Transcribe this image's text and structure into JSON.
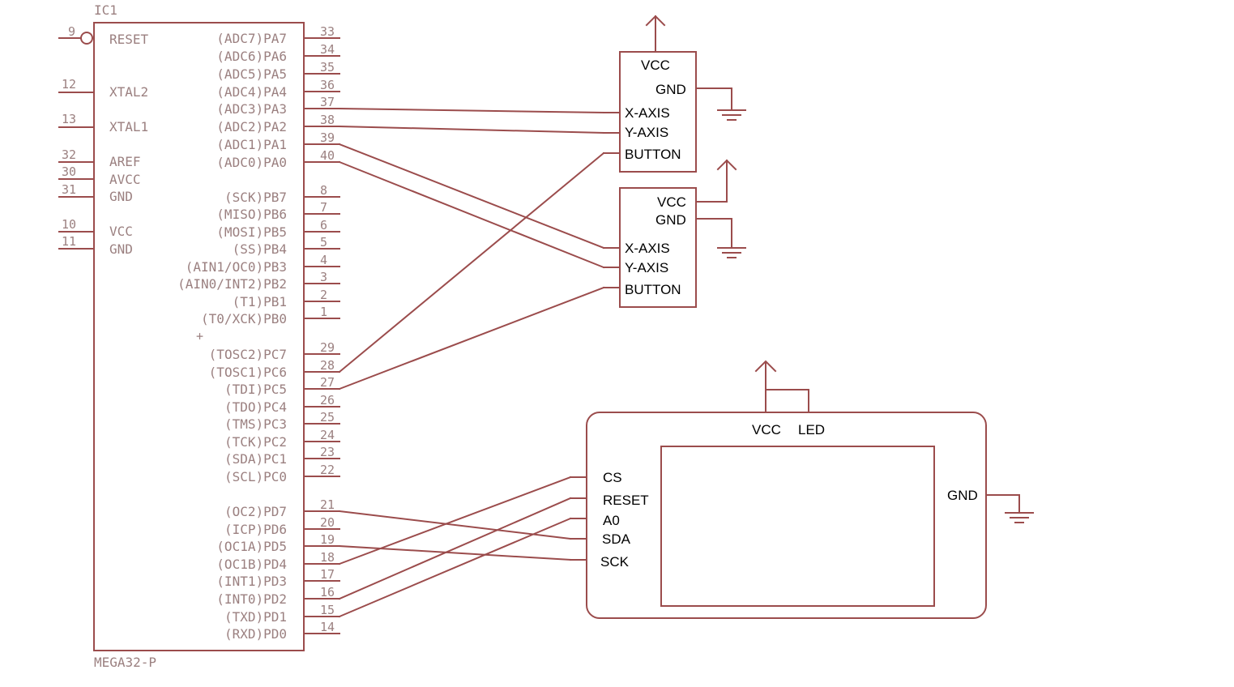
{
  "ic": {
    "name": "IC1",
    "part": "MEGA32-P",
    "left_pins": [
      {
        "num": "9",
        "name": "RESET"
      },
      {
        "num": "12",
        "name": "XTAL2"
      },
      {
        "num": "13",
        "name": "XTAL1"
      },
      {
        "num": "32",
        "name": "AREF"
      },
      {
        "num": "30",
        "name": "AVCC"
      },
      {
        "num": "31",
        "name": "GND"
      },
      {
        "num": "10",
        "name": "VCC"
      },
      {
        "num": "11",
        "name": "GND"
      }
    ],
    "right_pins": [
      {
        "num": "33",
        "name": "(ADC7)PA7"
      },
      {
        "num": "34",
        "name": "(ADC6)PA6"
      },
      {
        "num": "35",
        "name": "(ADC5)PA5"
      },
      {
        "num": "36",
        "name": "(ADC4)PA4"
      },
      {
        "num": "37",
        "name": "(ADC3)PA3"
      },
      {
        "num": "38",
        "name": "(ADC2)PA2"
      },
      {
        "num": "39",
        "name": "(ADC1)PA1"
      },
      {
        "num": "40",
        "name": "(ADC0)PA0"
      },
      {
        "num": "8",
        "name": "(SCK)PB7"
      },
      {
        "num": "7",
        "name": "(MISO)PB6"
      },
      {
        "num": "6",
        "name": "(MOSI)PB5"
      },
      {
        "num": "5",
        "name": "(SS)PB4"
      },
      {
        "num": "4",
        "name": "(AIN1/OC0)PB3"
      },
      {
        "num": "3",
        "name": "(AIN0/INT2)PB2"
      },
      {
        "num": "2",
        "name": "(T1)PB1"
      },
      {
        "num": "1",
        "name": "(T0/XCK)PB0"
      },
      {
        "num": "29",
        "name": "(TOSC2)PC7"
      },
      {
        "num": "28",
        "name": "(TOSC1)PC6"
      },
      {
        "num": "27",
        "name": "(TDI)PC5"
      },
      {
        "num": "26",
        "name": "(TDO)PC4"
      },
      {
        "num": "25",
        "name": "(TMS)PC3"
      },
      {
        "num": "24",
        "name": "(TCK)PC2"
      },
      {
        "num": "23",
        "name": "(SDA)PC1"
      },
      {
        "num": "22",
        "name": "(SCL)PC0"
      },
      {
        "num": "21",
        "name": "(OC2)PD7"
      },
      {
        "num": "20",
        "name": "(ICP)PD6"
      },
      {
        "num": "19",
        "name": "(OC1A)PD5"
      },
      {
        "num": "18",
        "name": "(OC1B)PD4"
      },
      {
        "num": "17",
        "name": "(INT1)PD3"
      },
      {
        "num": "16",
        "name": "(INT0)PD2"
      },
      {
        "num": "15",
        "name": "(TXD)PD1"
      },
      {
        "num": "14",
        "name": "(RXD)PD0"
      }
    ]
  },
  "joystick1": {
    "vcc": "VCC",
    "gnd": "GND",
    "x": "X-AXIS",
    "y": "Y-AXIS",
    "button": "BUTTON"
  },
  "joystick2": {
    "vcc": "VCC",
    "gnd": "GND",
    "x": "X-AXIS",
    "y": "Y-AXIS",
    "button": "BUTTON"
  },
  "lcd": {
    "vcc": "VCC",
    "led": "LED",
    "gnd": "GND",
    "pins": [
      "CS",
      "RESET",
      "A0",
      "SDA",
      "SCK"
    ]
  },
  "colors": {
    "wire": "#9b4c4c",
    "pin_text": "#9b8080",
    "module_text": "#000000"
  }
}
